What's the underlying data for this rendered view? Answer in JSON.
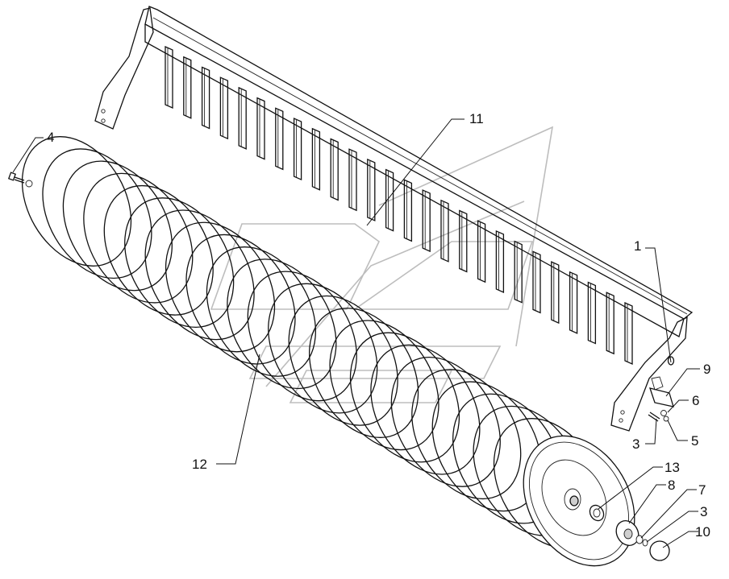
{
  "callouts": {
    "c1": "1",
    "c3a": "3",
    "c3b": "3",
    "c4": "4",
    "c5": "5",
    "c6": "6",
    "c7": "7",
    "c8": "8",
    "c9": "9",
    "c10": "10",
    "c11": "11",
    "c12": "12",
    "c13": "13"
  },
  "colors": {
    "line": "#111111",
    "watermark": "#bdbdbd",
    "background": "#ffffff"
  }
}
